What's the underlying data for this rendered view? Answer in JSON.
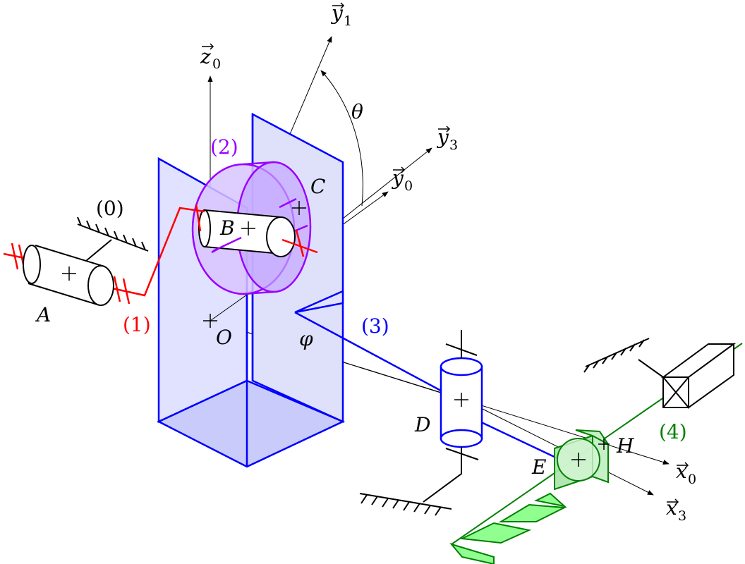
{
  "colors": {
    "ground": "#000000",
    "part1": "#ff0000",
    "part2": "#9900ff",
    "part3": "#0000ff",
    "part4": "#008000",
    "part3_fill": "#d9dcff",
    "part2_fill": "#d8c4ff",
    "part4_fill": "#90ff90"
  },
  "points": {
    "A": "A",
    "B": "B",
    "C": "C",
    "D": "D",
    "E": "E",
    "H": "H",
    "O": "O"
  },
  "parts": {
    "p0": "(0)",
    "p1": "(1)",
    "p2": "(2)",
    "p3": "(3)",
    "p4": "(4)"
  },
  "angles": {
    "theta": "θ",
    "phi": "φ"
  },
  "vectors": {
    "z0": {
      "letter": "z",
      "index": "0"
    },
    "y1": {
      "letter": "y",
      "index": "1"
    },
    "y3": {
      "letter": "y",
      "index": "3"
    },
    "y0": {
      "letter": "y",
      "index": "0"
    },
    "x0": {
      "letter": "x",
      "index": "0"
    },
    "x3": {
      "letter": "x",
      "index": "3"
    }
  }
}
